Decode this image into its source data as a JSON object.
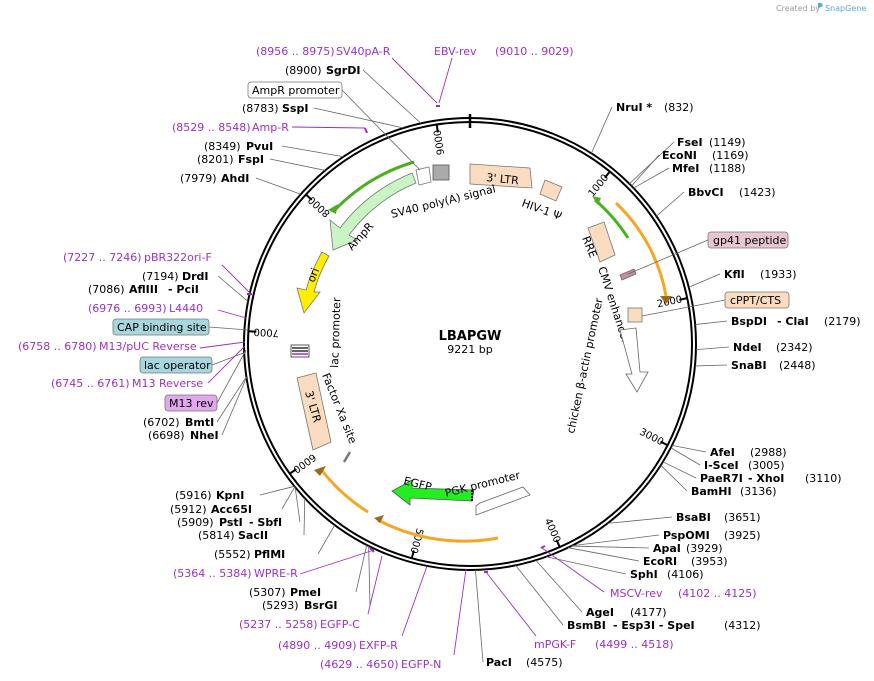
{
  "credit": {
    "prefix": "Created by",
    "brand": "SnapGene"
  },
  "plasmid": {
    "name": "LBAPGW",
    "length": "9221 bp",
    "total_bp": 9221
  },
  "scale_ticks": [
    "1000",
    "2000",
    "3000",
    "4000",
    "5000",
    "6000",
    "7000",
    "8000",
    "9000"
  ],
  "sites": [
    {
      "id": "nrui",
      "name": "NruI *",
      "pos": "(832)",
      "bp": 832
    },
    {
      "id": "fsei",
      "name": "FseI",
      "pos": "(1149)",
      "bp": 1149
    },
    {
      "id": "econi",
      "name": "EcoNI",
      "pos": "(1169)",
      "bp": 1169
    },
    {
      "id": "mfei",
      "name": "MfeI",
      "pos": "(1188)",
      "bp": 1188
    },
    {
      "id": "bbvci",
      "name": "BbvCI",
      "pos": "(1423)",
      "bp": 1423
    },
    {
      "id": "kfli",
      "name": "KflI",
      "pos": "(1933)",
      "bp": 1933
    },
    {
      "id": "bspdi",
      "name": "BspDI",
      "suffix": "- ClaI",
      "pos": "(2179)",
      "bp": 2179
    },
    {
      "id": "ndei",
      "name": "NdeI",
      "pos": "(2342)",
      "bp": 2342
    },
    {
      "id": "snabi",
      "name": "SnaBI",
      "pos": "(2448)",
      "bp": 2448
    },
    {
      "id": "afei",
      "name": "AfeI",
      "pos": "(2988)",
      "bp": 2988
    },
    {
      "id": "iscei",
      "name": "I-SceI",
      "pos": "(3005)",
      "bp": 3005
    },
    {
      "id": "paer7i",
      "name": "PaeR7I",
      "suffix": "- XhoI",
      "pos": "(3110)",
      "bp": 3110
    },
    {
      "id": "bamhi",
      "name": "BamHI",
      "pos": "(3136)",
      "bp": 3136
    },
    {
      "id": "bsabi",
      "name": "BsaBI",
      "pos": "(3651)",
      "bp": 3651
    },
    {
      "id": "pspomi",
      "name": "PspOMI",
      "pos": "(3925)",
      "bp": 3925
    },
    {
      "id": "apai",
      "name": "ApaI",
      "pos": "(3929)",
      "bp": 3929
    },
    {
      "id": "ecori",
      "name": "EcoRI",
      "pos": "(3953)",
      "bp": 3953
    },
    {
      "id": "sphi",
      "name": "SphI",
      "pos": "(4106)",
      "bp": 4106
    },
    {
      "id": "agei",
      "name": "AgeI",
      "pos": "(4177)",
      "bp": 4177
    },
    {
      "id": "bsmbi",
      "name": "BsmBI",
      "suffix": "- Esp3I - SpeI",
      "pos": "(4312)",
      "bp": 4312
    },
    {
      "id": "paci",
      "name": "PacI",
      "pos": "(4575)",
      "bp": 4575
    },
    {
      "id": "bsrgi",
      "name": "BsrGI",
      "pos": "(5293)",
      "bp": 5293
    },
    {
      "id": "pmei",
      "name": "PmeI",
      "pos": "(5307)",
      "bp": 5307
    },
    {
      "id": "pflmi",
      "name": "PflMI",
      "pos": "(5552)",
      "bp": 5552
    },
    {
      "id": "sacii",
      "name": "SacII",
      "pos": "(5814)",
      "bp": 5814
    },
    {
      "id": "psti",
      "name": "PstI",
      "suffix": "- SbfI",
      "pos": "(5909)",
      "bp": 5909
    },
    {
      "id": "acc65i",
      "name": "Acc65I",
      "pos": "(5912)",
      "bp": 5912
    },
    {
      "id": "kpni",
      "name": "KpnI",
      "pos": "(5916)",
      "bp": 5916
    },
    {
      "id": "nhei",
      "name": "NheI",
      "pos": "(6698)",
      "bp": 6698
    },
    {
      "id": "bmti",
      "name": "BmtI",
      "pos": "(6702)",
      "bp": 6702
    },
    {
      "id": "aflIII",
      "name": "AflIII",
      "suffix": "- PciI",
      "pos": "(7086)",
      "bp": 7086
    },
    {
      "id": "drdi",
      "name": "DrdI",
      "pos": "(7194)",
      "bp": 7194
    },
    {
      "id": "ahdi",
      "name": "AhdI",
      "pos": "(7979)",
      "bp": 7979
    },
    {
      "id": "fspi",
      "name": "FspI",
      "pos": "(8201)",
      "bp": 8201
    },
    {
      "id": "pvui",
      "name": "PvuI",
      "pos": "(8349)",
      "bp": 8349
    },
    {
      "id": "sspi",
      "name": "SspI",
      "pos": "(8783)",
      "bp": 8783
    },
    {
      "id": "sgrdi",
      "name": "SgrDI",
      "pos": "(8900)",
      "bp": 8900
    }
  ],
  "primers": [
    {
      "id": "sv40pa",
      "range": "(8956 .. 8975)",
      "name": "SV40pA-R"
    },
    {
      "id": "ebv",
      "range": "(9010 .. 9029)",
      "name": "EBV-rev"
    },
    {
      "id": "ampr",
      "range": "(8529 .. 8548)",
      "name": "Amp-R"
    },
    {
      "id": "pbr",
      "range": "(7227 .. 7246)",
      "name": "pBR322ori-F"
    },
    {
      "id": "l4440",
      "range": "(6976 .. 6993)",
      "name": "L4440"
    },
    {
      "id": "m13puc",
      "range": "(6758 .. 6780)",
      "name": "M13/pUC Reverse"
    },
    {
      "id": "m13rev",
      "range": "(6745 .. 6761)",
      "name": "M13 Reverse"
    },
    {
      "id": "wpre",
      "range": "(5364 .. 5384)",
      "name": "WPRE-R"
    },
    {
      "id": "egfpc",
      "range": "(5237 .. 5258)",
      "name": "EGFP-C"
    },
    {
      "id": "exfp",
      "range": "(4890 .. 4909)",
      "name": "EXFP-R"
    },
    {
      "id": "egfpn",
      "range": "(4629 .. 4650)",
      "name": "EGFP-N"
    },
    {
      "id": "mpgk",
      "range": "(4499 .. 4518)",
      "name": "mPGK-F"
    },
    {
      "id": "msc",
      "range": "(4102 .. 4125)",
      "name": "MSCV-rev"
    }
  ],
  "boxed_features": [
    {
      "id": "amp_prom",
      "label": "AmpR promoter",
      "fill": "#ffffff"
    },
    {
      "id": "gp41",
      "label": "gp41 peptide",
      "fill": "#e8c6cf"
    },
    {
      "id": "cppt",
      "label": "cPPT/CTS",
      "fill": "#fbdcc0"
    },
    {
      "id": "cap",
      "label": "CAP binding site",
      "fill": "#a8d6de"
    },
    {
      "id": "lacop",
      "label": "lac operator",
      "fill": "#a8d6de"
    },
    {
      "id": "m13revbox",
      "label": "M13 rev",
      "fill": "#e1a8ee"
    }
  ],
  "inner_features": {
    "ltr3_top": "3' LTR",
    "hiv1": "HIV-1 Ψ",
    "sv40": "SV40 poly(A) signal",
    "ampr": "AmpR",
    "ori": "ori",
    "lac_prom": "lac promoter",
    "factor_xa": "Factor Xa site",
    "ltr3_bottom": "3' LTR",
    "rre": "RRE",
    "cmv": "CMV enhancer",
    "cba": "chicken β-actin promoter",
    "egfp": "EGFP",
    "pgk": "PGK promoter"
  },
  "colors": {
    "primer": "#9b30c8",
    "ampr_arrow": "#c8f5c3",
    "ori_arrow": "#ffee00",
    "egfp_arrow": "#22ee22",
    "ltr": "#fbdcc0",
    "wpre_orange": "#f5a623",
    "green_line": "#4caf1e"
  }
}
